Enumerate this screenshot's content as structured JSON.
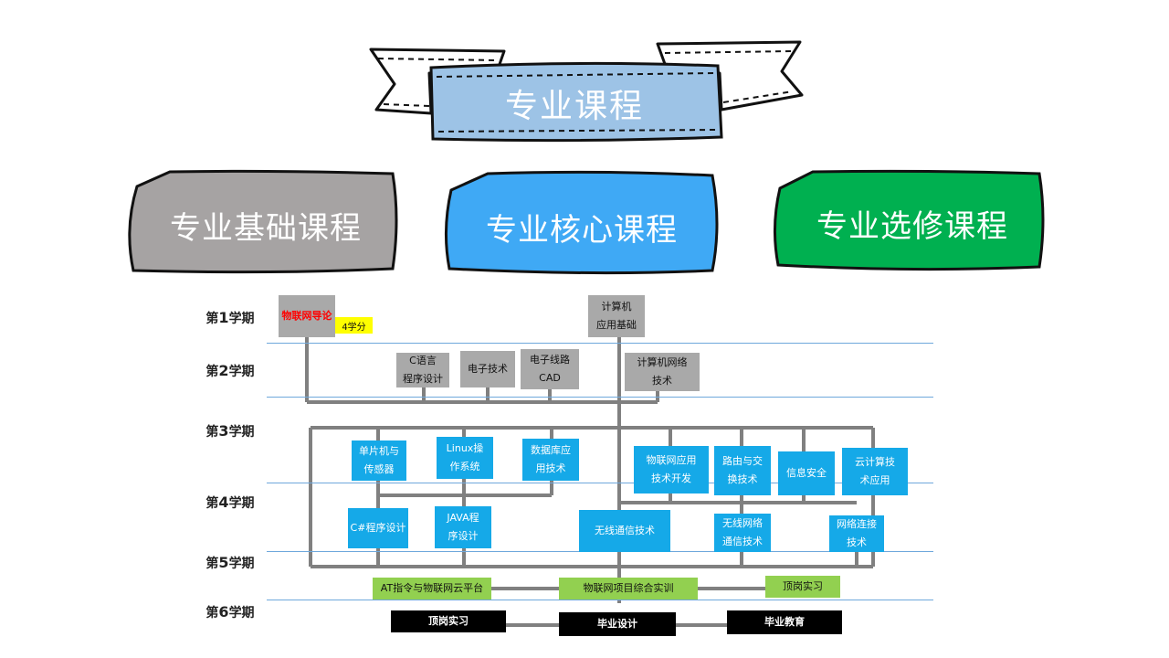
{
  "title": "专业课程",
  "categories": {
    "basic": "专业基础课程",
    "core": "专业核心课程",
    "elective": "专业选修课程"
  },
  "semesters": [
    {
      "prefix": "第",
      "num": "1",
      "suffix": "学期"
    },
    {
      "prefix": "第",
      "num": "2",
      "suffix": "学期"
    },
    {
      "prefix": "第",
      "num": "3",
      "suffix": "学期"
    },
    {
      "prefix": "第",
      "num": "4",
      "suffix": "学期"
    },
    {
      "prefix": "第",
      "num": "5",
      "suffix": "学期"
    },
    {
      "prefix": "第",
      "num": "6",
      "suffix": "学期"
    }
  ],
  "courses": {
    "iot_intro": "物联网导论",
    "iot_intro_credit": "4学分",
    "computer_basics": "计算机\n应用基础",
    "c_lang": "C语言\n程序设计",
    "electronics": "电子技术",
    "circuit_cad": "电子线路\nCAD",
    "network_tech": "计算机网络\n技术",
    "mcu_sensor": "单片机与\n传感器",
    "linux": "Linux操\n作系统",
    "database": "数据库应\n用技术",
    "iot_app_dev": "物联网应用\n技术开发",
    "routing_switching": "路由与交\n换技术",
    "info_security": "信息安全",
    "cloud_computing": "云计算技\n术应用",
    "csharp": "C#程序设计",
    "java": "JAVA程\n序设计",
    "wireless_comm": "无线通信技术",
    "wireless_network": "无线网络\n通信技术",
    "network_connect": "网络连接\n技术",
    "at_cloud": "AT指令与物联网云平台",
    "iot_project": "物联网项目综合实训",
    "internship_5": "顶岗实习",
    "internship_6": "顶岗实习",
    "graduation_design": "毕业设计",
    "graduation_edu": "毕业教育"
  },
  "colors": {
    "banner": "#9dc3e6",
    "basic": "#a6a3a3",
    "core": "#3fa9f5",
    "elective": "#00b050",
    "connector": "#808080"
  }
}
